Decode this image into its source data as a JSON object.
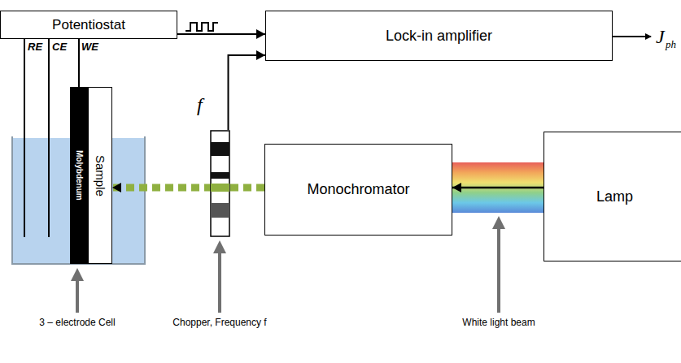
{
  "diagram": {
    "nodes": [
      {
        "text": [
          "Potentiostat"
        ]
      },
      {
        "text": [
          "Lock-in amplifier"
        ]
      },
      {
        "text": [
          "Molybdenum"
        ]
      },
      {
        "text": [
          "Sample"
        ]
      },
      {
        "text": [
          "f"
        ]
      },
      {
        "text": [
          "Monochromator"
        ]
      },
      {
        "text": [
          "Lamp"
        ]
      }
    ],
    "edges": [
      {
        "from": 0,
        "to": 1,
        "arrow": "to"
      },
      {
        "from": 4,
        "to": 1,
        "arrow": "to"
      },
      {
        "from": 6,
        "to": 5,
        "arrow": "to"
      },
      {
        "from": 5,
        "to": 3,
        "arrow": "to"
      }
    ],
    "labels": [
      "RE",
      "CE",
      "WE",
      "J",
      "ph",
      "3 – electrode Cell",
      "Chopper, Frequency f",
      "White light beam"
    ]
  }
}
